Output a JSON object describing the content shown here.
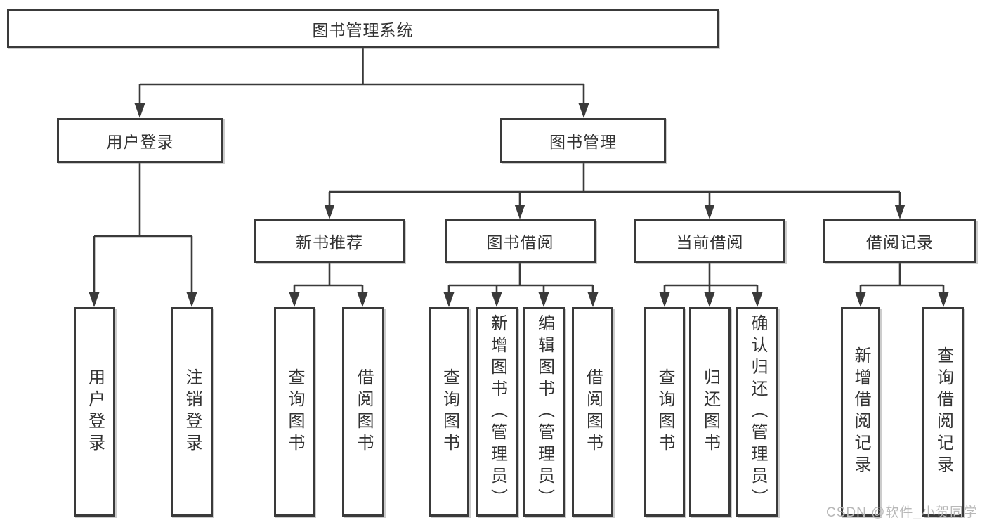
{
  "colors": {
    "line": "#3a3a3a",
    "text": "#333333",
    "background": "#ffffff",
    "watermark": "#b8b8b8"
  },
  "diagram": {
    "root": {
      "label": "图书管理系统"
    },
    "level2": [
      {
        "label": "用户登录"
      },
      {
        "label": "图书管理"
      }
    ],
    "level3": [
      {
        "label": "新书推荐"
      },
      {
        "label": "图书借阅"
      },
      {
        "label": "当前借阅"
      },
      {
        "label": "借阅记录"
      }
    ],
    "leaves": {
      "login": [
        {
          "label": "用户登录"
        },
        {
          "label": "注销登录"
        }
      ],
      "recommend": [
        {
          "label": "查询图书"
        },
        {
          "label": "借阅图书"
        }
      ],
      "borrow": [
        {
          "label": "查询图书"
        },
        {
          "label": "新增图书（管理员）"
        },
        {
          "label": "编辑图书（管理员）"
        },
        {
          "label": "借阅图书"
        }
      ],
      "current": [
        {
          "label": "查询图书"
        },
        {
          "label": "归还图书"
        },
        {
          "label": "确认归还（管理员）"
        }
      ],
      "records": [
        {
          "label": "新增借阅记录"
        },
        {
          "label": "查询借阅记录"
        }
      ]
    }
  },
  "watermark": {
    "text": "CSDN @软件_小贺同学"
  }
}
